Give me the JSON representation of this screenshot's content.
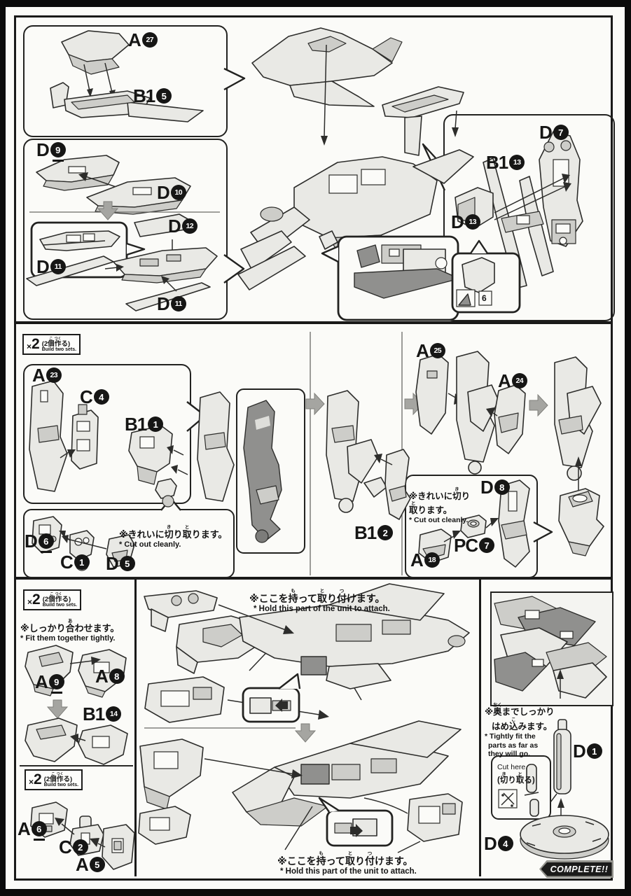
{
  "badge_x2": {
    "x": "×",
    "n": "2",
    "jp": [
      [
        "(2"
      ],
      [
        "個",
        "こ"
      ],
      [
        "作",
        "つく"
      ],
      [
        "る)"
      ]
    ],
    "en": "Build two sets."
  },
  "parts": {
    "a27": {
      "letter": "A",
      "num": "27"
    },
    "b1_5": {
      "letter": "B1",
      "num": "5"
    },
    "d9": {
      "letter": "D",
      "num": "9"
    },
    "d10": {
      "letter": "D",
      "num": "10"
    },
    "d12": {
      "letter": "D",
      "num": "12"
    },
    "d11": {
      "letter": "D",
      "num": "11"
    },
    "d7": {
      "letter": "D",
      "num": "7"
    },
    "b1_13": {
      "letter": "B1",
      "num": "13"
    },
    "d13": {
      "letter": "D",
      "num": "13"
    },
    "sticker": "6",
    "a23": {
      "letter": "A",
      "num": "23"
    },
    "c4": {
      "letter": "C",
      "num": "4"
    },
    "b1_1": {
      "letter": "B1",
      "num": "1"
    },
    "d6": {
      "letter": "D",
      "num": "6"
    },
    "c1": {
      "letter": "C",
      "num": "1"
    },
    "d5": {
      "letter": "D",
      "num": "5"
    },
    "b1_2": {
      "letter": "B1",
      "num": "2"
    },
    "a25": {
      "letter": "A",
      "num": "25"
    },
    "a24": {
      "letter": "A",
      "num": "24"
    },
    "d8": {
      "letter": "D",
      "num": "8"
    },
    "pc7": {
      "letter": "PC",
      "num": "7"
    },
    "a18": {
      "letter": "A",
      "num": "18"
    },
    "a9": {
      "letter": "A",
      "num": "9"
    },
    "a8": {
      "letter": "A",
      "num": "8"
    },
    "b1_14": {
      "letter": "B1",
      "num": "14"
    },
    "a6": {
      "letter": "A",
      "num": "6"
    },
    "c2": {
      "letter": "C",
      "num": "2"
    },
    "a5": {
      "letter": "A",
      "num": "5"
    },
    "d1": {
      "letter": "D",
      "num": "1"
    },
    "d4": {
      "letter": "D",
      "num": "4"
    }
  },
  "notes": {
    "cut_cleanly": {
      "jp": [
        [
          "※きれいに"
        ],
        [
          "切",
          "き"
        ],
        [
          "り"
        ],
        [
          "取",
          "と"
        ],
        [
          "ります。"
        ]
      ],
      "en": "* Cut out cleanly."
    },
    "fit_tightly": {
      "jp": [
        [
          "※しっかり"
        ],
        [
          "合",
          "あ"
        ],
        [
          "わせます。"
        ]
      ],
      "en": "* Fit them together tightly."
    },
    "hold_attach": {
      "jp": [
        [
          "※ここを"
        ],
        [
          "持",
          "も"
        ],
        [
          "って"
        ],
        [
          "取",
          "と"
        ],
        [
          "り"
        ],
        [
          "付",
          "つ"
        ],
        [
          "けます。"
        ]
      ],
      "en": "* Hold this part of the unit to attach."
    },
    "fit_far": {
      "jp1": [
        [
          "※"
        ],
        [
          "奥",
          "おく"
        ],
        [
          "までしっかり"
        ]
      ],
      "jp2": [
        [
          "はめ"
        ],
        [
          "込",
          "こ"
        ],
        [
          "みます。"
        ]
      ],
      "en1": "* Tightly fit the",
      "en2": "parts as far as",
      "en3": "they will go."
    },
    "cut_here": {
      "en": "Cut here.",
      "jp": [
        [
          "("
        ],
        [
          "切",
          "き"
        ],
        [
          "り"
        ],
        [
          "取",
          "と"
        ],
        [
          "る)"
        ]
      ]
    }
  },
  "complete_badge": "COMPLETE!!"
}
